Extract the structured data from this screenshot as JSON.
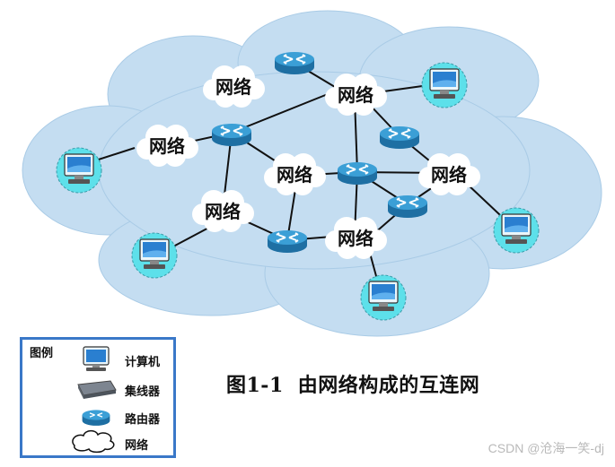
{
  "network_label": "网络",
  "legend": {
    "title": "图例",
    "items": [
      {
        "label": "计算机",
        "icon": "computer-icon"
      },
      {
        "label": "集线器",
        "icon": "hub-icon"
      },
      {
        "label": "路由器",
        "icon": "router-icon"
      },
      {
        "label": "网络",
        "icon": "cloud-outline-icon"
      }
    ]
  },
  "caption": {
    "number": "图1-1",
    "text": "由网络构成的互连网"
  },
  "watermark": "CSDN @沧海一笑-dj",
  "colors": {
    "cloud": "#c4ddf1",
    "router": "#2f8ec7",
    "computer_halo": "#5de0ea",
    "legend_border": "#3a78c8"
  }
}
